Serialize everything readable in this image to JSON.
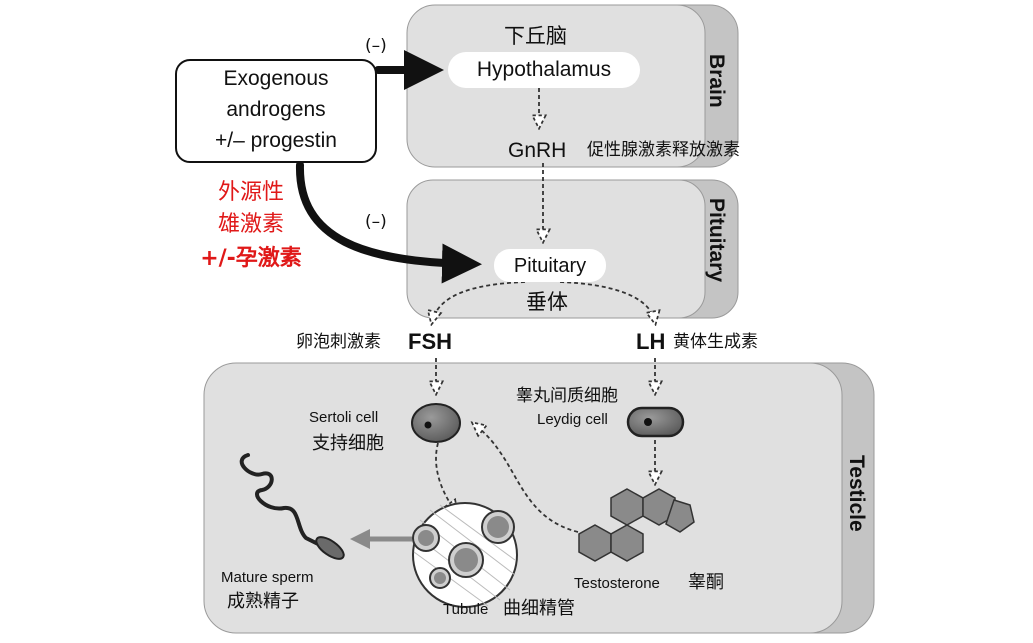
{
  "colors": {
    "panel": "#e0e0e0",
    "panel_tab": "#c4c4c4",
    "chinese_annotation_red": "#e01818",
    "hormone_arrow_outline": "#333333",
    "sperm_arrow": "#8a8a8a"
  },
  "panels": {
    "brain": "Brain",
    "pituitary": "Pituitary",
    "testicle": "Testicle"
  },
  "nodes": {
    "exogenous": [
      "Exogenous",
      "androgens",
      "+/– progestin"
    ],
    "exogenous_zh": [
      "外源性",
      "雄激素",
      "+/-孕激素"
    ],
    "hypothalamus": "Hypothalamus",
    "hypothalamus_zh": "下丘脑",
    "gnrh": "GnRH",
    "gnrh_zh": "促性腺激素释放激素",
    "pituitary": "Pituitary",
    "pituitary_zh": "垂体",
    "fsh": "FSH",
    "fsh_zh": "卵泡刺激素",
    "lh": "LH",
    "lh_zh": "黄体生成素",
    "sertoli": "Sertoli cell",
    "sertoli_zh": "支持细胞",
    "leydig": "Leydig cell",
    "leydig_zh": "睾丸间质细胞",
    "testosterone": "Testosterone",
    "testosterone_zh": "睾酮",
    "tubule": "Tubule",
    "tubule_zh": "曲细精管",
    "mature_sperm": "Mature sperm",
    "mature_sperm_zh": "成熟精子",
    "inhibit_1": "(–)",
    "inhibit_2": "(–)"
  }
}
